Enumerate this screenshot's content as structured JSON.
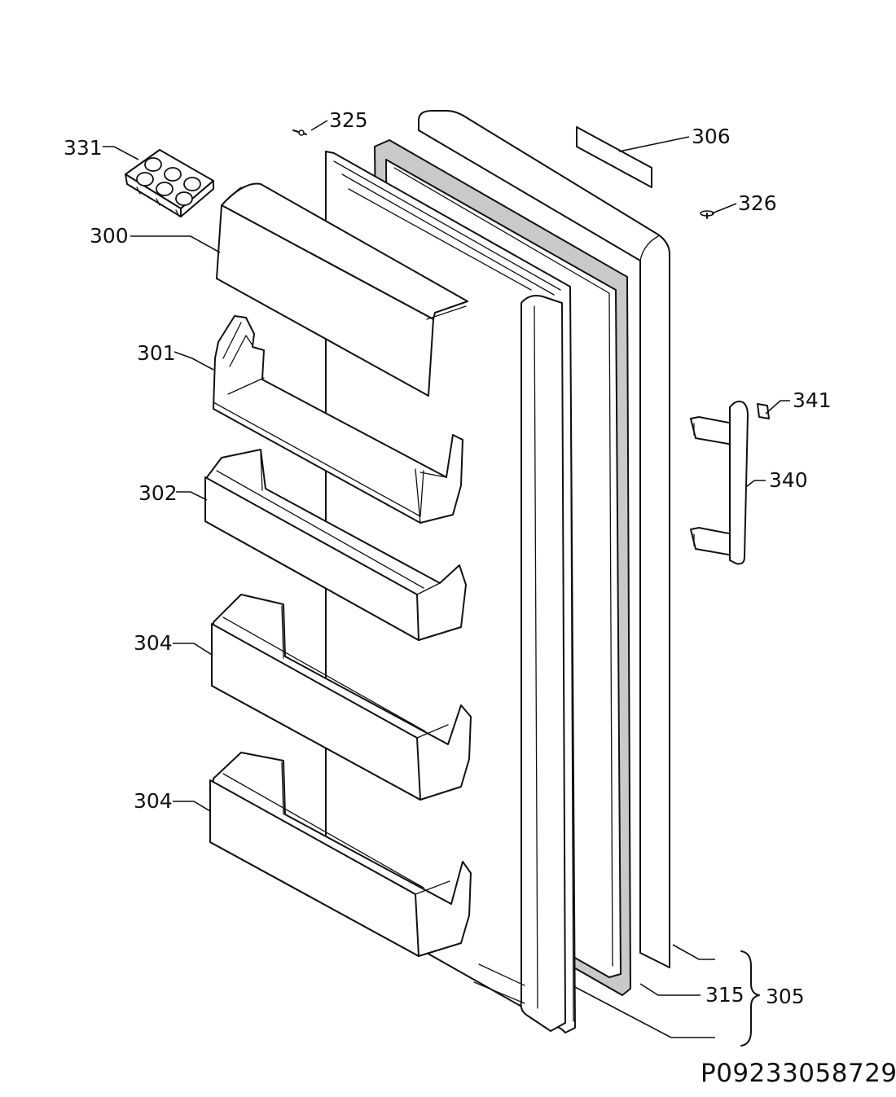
{
  "labels": {
    "p331": "331",
    "p325": "325",
    "p306": "306",
    "p326": "326",
    "p300": "300",
    "p301": "301",
    "p341": "341",
    "p340": "340",
    "p302": "302",
    "p304a": "304",
    "p304b": "304",
    "p315": "315",
    "p305": "305"
  },
  "document_id": "P09233058729"
}
